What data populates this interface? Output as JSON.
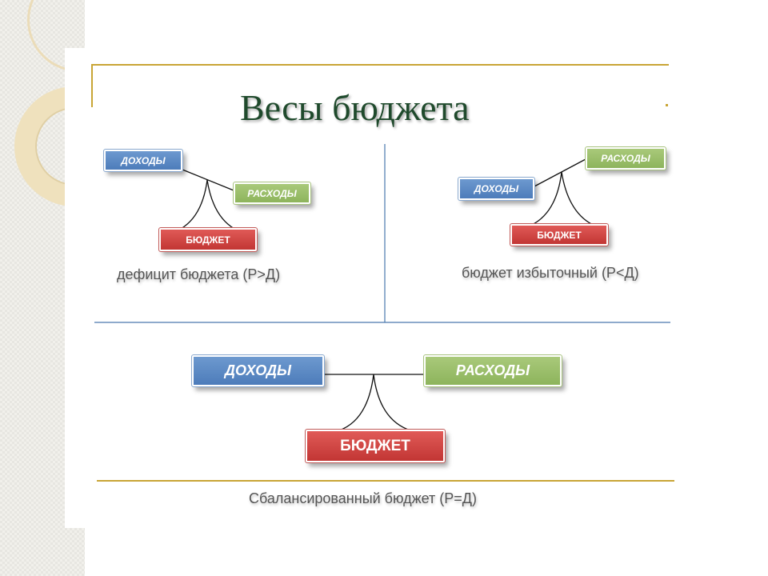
{
  "title": "Весы бюджета",
  "colors": {
    "blue_box": "#5b88c4",
    "green_box": "#98bd69",
    "red_box": "#d0403e",
    "gold_line": "#c9a536",
    "title": "#1f4a2c"
  },
  "deficit": {
    "income": "ДОХОДЫ",
    "expenses": "РАСХОДЫ",
    "budget": "БЮДЖЕТ",
    "caption": "дефицит бюджета (Р>Д)"
  },
  "surplus": {
    "income": "ДОХОДЫ",
    "expenses": "РАСХОДЫ",
    "budget": "БЮДЖЕТ",
    "caption": "бюджет избыточный (Р<Д)"
  },
  "balanced": {
    "income": "ДОХОДЫ",
    "expenses": "РАСХОДЫ",
    "budget": "БЮДЖЕТ",
    "caption": "Сбалансированный бюджет (Р=Д)"
  }
}
